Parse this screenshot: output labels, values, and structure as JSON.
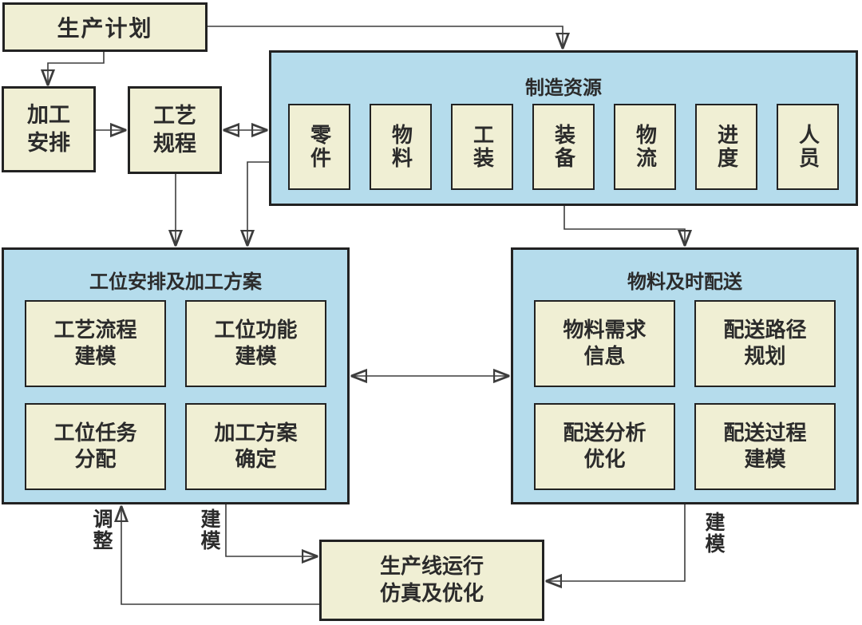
{
  "palette": {
    "node_fill": "#f0efd4",
    "group_fill": "#b5dcec",
    "border": "#222222",
    "line": "#3d3d3d",
    "background": "#ffffff"
  },
  "production_plan": {
    "label": "生产计划"
  },
  "processing_arrangement": {
    "lines": [
      "加工",
      "安排"
    ]
  },
  "process_specification": {
    "lines": [
      "工艺",
      "规程"
    ]
  },
  "manufacturing_resources": {
    "title": "制造资源",
    "items": [
      "零件",
      "物料",
      "工装",
      "装备",
      "物流",
      "进度",
      "人员"
    ]
  },
  "station_arrangement": {
    "title": "工位安排及加工方案",
    "cells": [
      {
        "lines": [
          "工艺流程",
          "建模"
        ]
      },
      {
        "lines": [
          "工位功能",
          "建模"
        ]
      },
      {
        "lines": [
          "工位任务",
          "分配"
        ]
      },
      {
        "lines": [
          "加工方案",
          "确定"
        ]
      }
    ]
  },
  "material_delivery": {
    "title": "物料及时配送",
    "cells": [
      {
        "lines": [
          "物料需求",
          "信息"
        ]
      },
      {
        "lines": [
          "配送路径",
          "规划"
        ]
      },
      {
        "lines": [
          "配送分析",
          "优化"
        ]
      },
      {
        "lines": [
          "配送过程",
          "建模"
        ]
      }
    ]
  },
  "production_line_sim": {
    "lines": [
      "生产线运行",
      "仿真及优化"
    ]
  },
  "edge_labels": {
    "adjust": "调整",
    "model_left": "建模",
    "model_right": "建模"
  }
}
